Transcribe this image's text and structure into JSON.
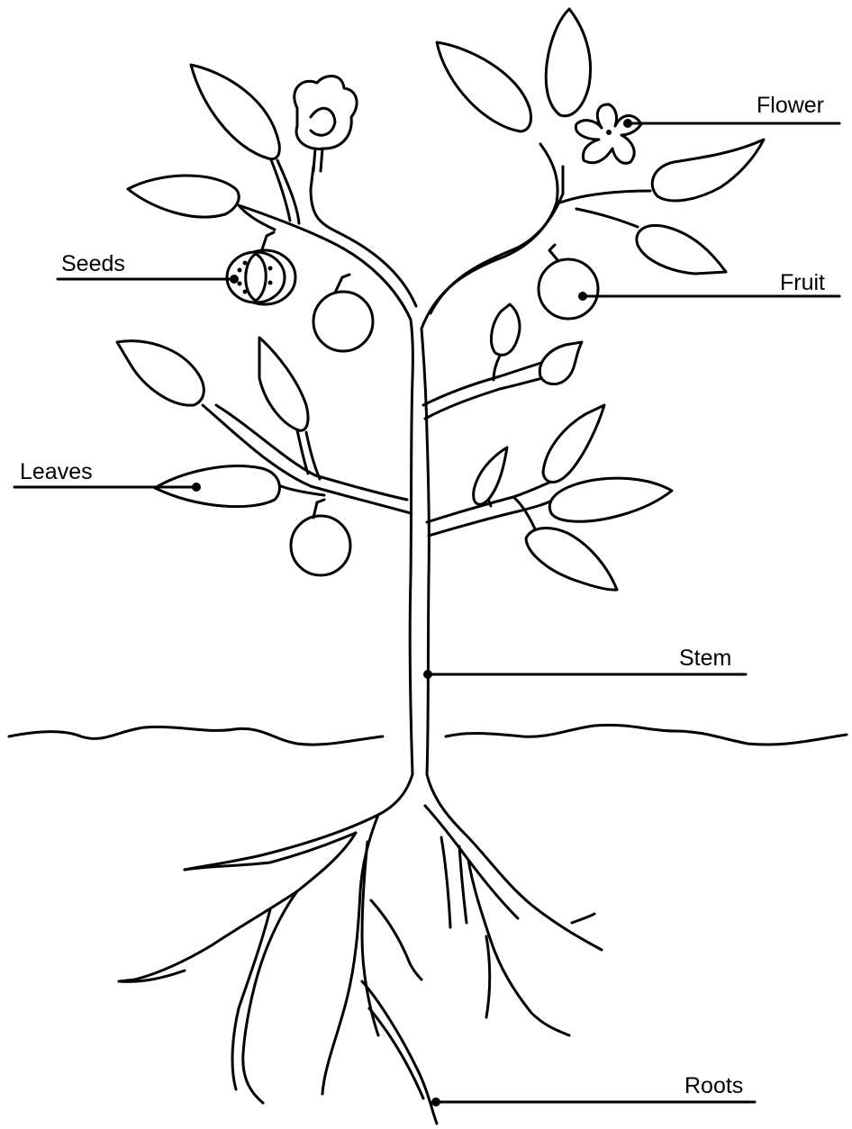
{
  "labels": {
    "flower": "Flower",
    "seeds": "Seeds",
    "fruit": "Fruit",
    "leaves": "Leaves",
    "stem": "Stem",
    "roots": "Roots"
  },
  "colors": {
    "line": "#000000",
    "background": "#ffffff"
  }
}
